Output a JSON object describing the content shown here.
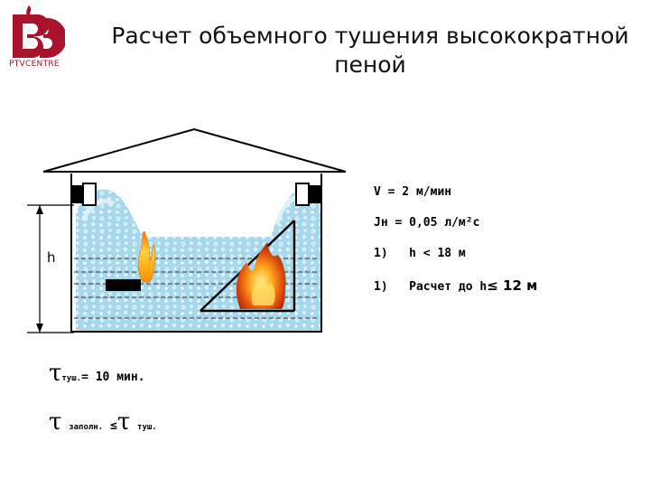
{
  "slide": {
    "title_line1": "Расчет объемного тушения высокократной",
    "title_line2": "пеной",
    "logo_text": "PTVCENTRE"
  },
  "diagram": {
    "h_label": "h",
    "params": {
      "v": "V = 2 м/мин",
      "j": "Jн = 0,05 л/м²с",
      "item1_num": "1)",
      "item1_text": "h < 18 м",
      "item2_num": "1)",
      "item2_text": "Расчет до h",
      "item2_sym": "≤ 12 м"
    }
  },
  "formulas": {
    "tau": "τ",
    "f1_sub": "туш.",
    "f1_rest": "= 10 мин.",
    "f2_sub1": "заполн.",
    "f2_le": "≤",
    "f2_sub2": "туш."
  },
  "colors": {
    "brand_red": "#a8122a",
    "foam_blue": "#a8d8ec",
    "foam_light": "#dff2fa"
  }
}
